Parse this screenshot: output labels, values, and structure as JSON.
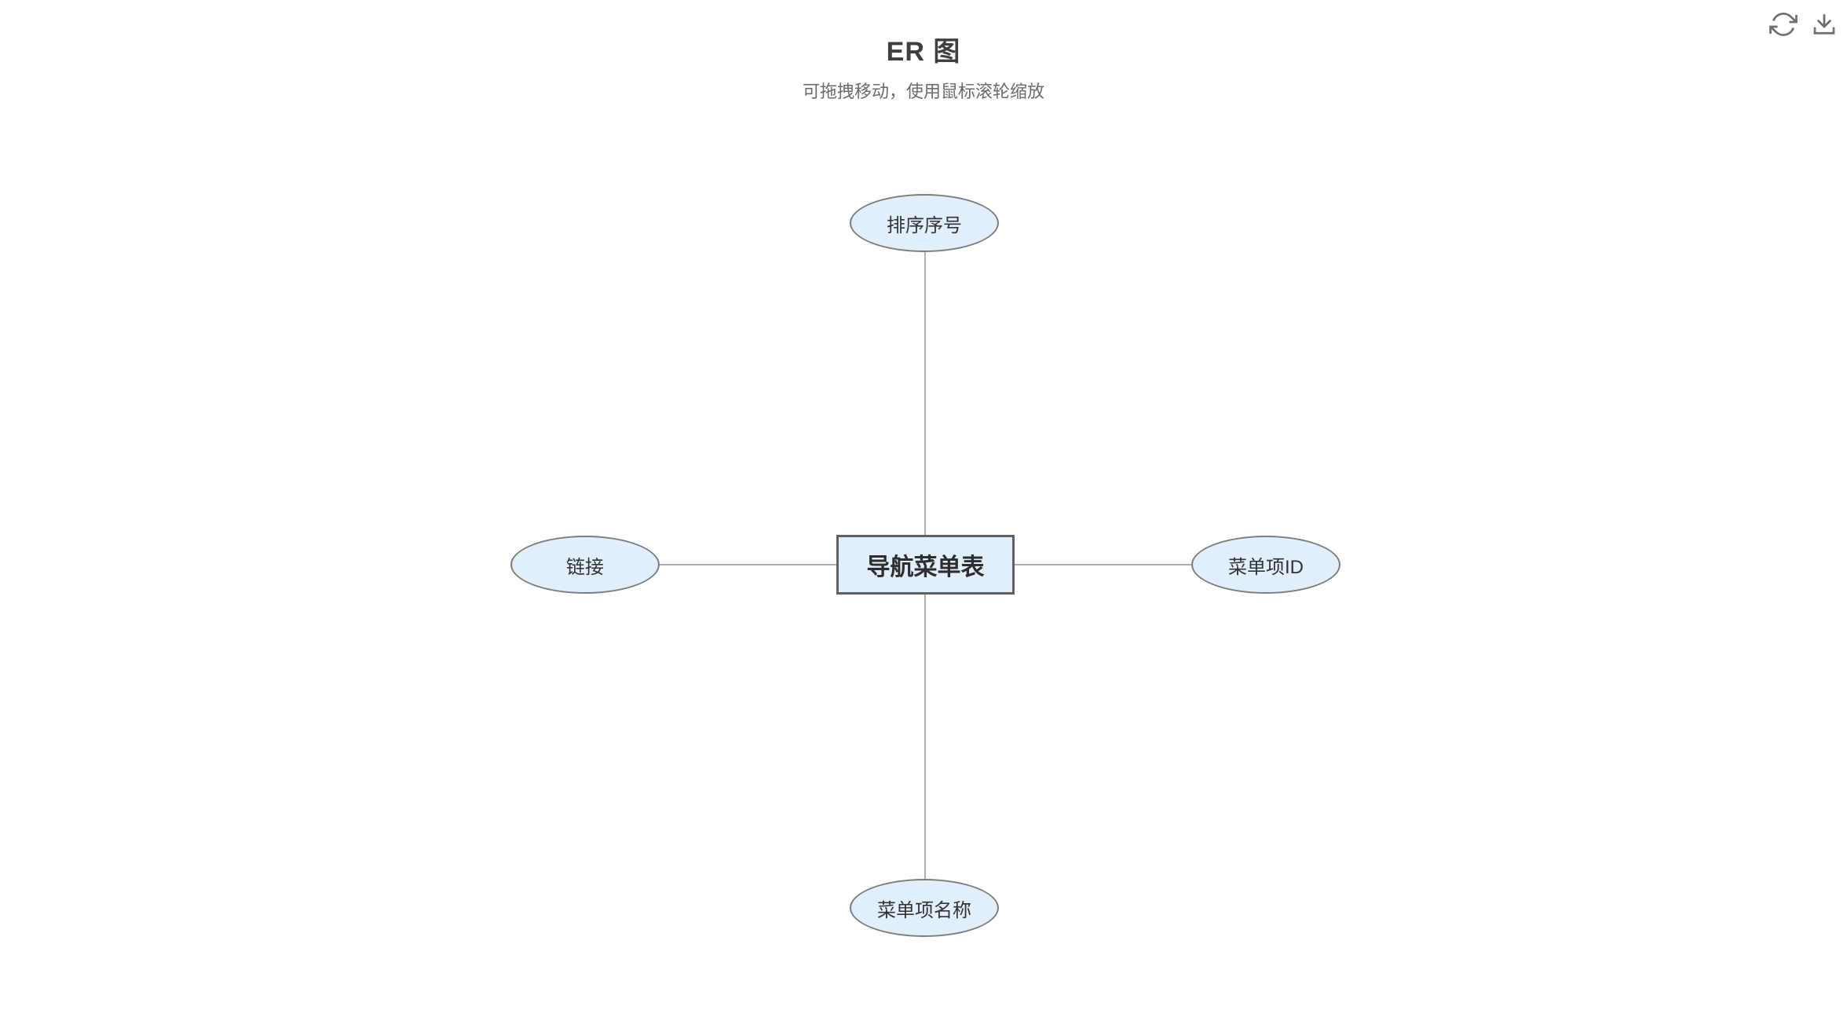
{
  "header": {
    "title": "ER 图",
    "subtitle": "可拖拽移动，使用鼠标滚轮缩放"
  },
  "toolbar": {
    "icons": [
      {
        "name": "refresh-icon"
      },
      {
        "name": "download-icon"
      }
    ]
  },
  "diagram": {
    "entity": {
      "label": "导航菜单表",
      "shape": "rectangle"
    },
    "attributes": [
      {
        "label": "排序序号",
        "position": "top",
        "shape": "ellipse"
      },
      {
        "label": "菜单项ID",
        "position": "right",
        "shape": "ellipse"
      },
      {
        "label": "菜单项名称",
        "position": "bottom",
        "shape": "ellipse"
      },
      {
        "label": "链接",
        "position": "left",
        "shape": "ellipse"
      }
    ],
    "edges": [
      {
        "from": "导航菜单表",
        "to": "排序序号"
      },
      {
        "from": "导航菜单表",
        "to": "菜单项ID"
      },
      {
        "from": "导航菜单表",
        "to": "菜单项名称"
      },
      {
        "from": "导航菜单表",
        "to": "链接"
      }
    ],
    "colors": {
      "node_fill": "#e1eefb",
      "attribute_border": "#7d7d7d",
      "entity_border": "#606060",
      "connector": "#b0b0b0"
    }
  }
}
